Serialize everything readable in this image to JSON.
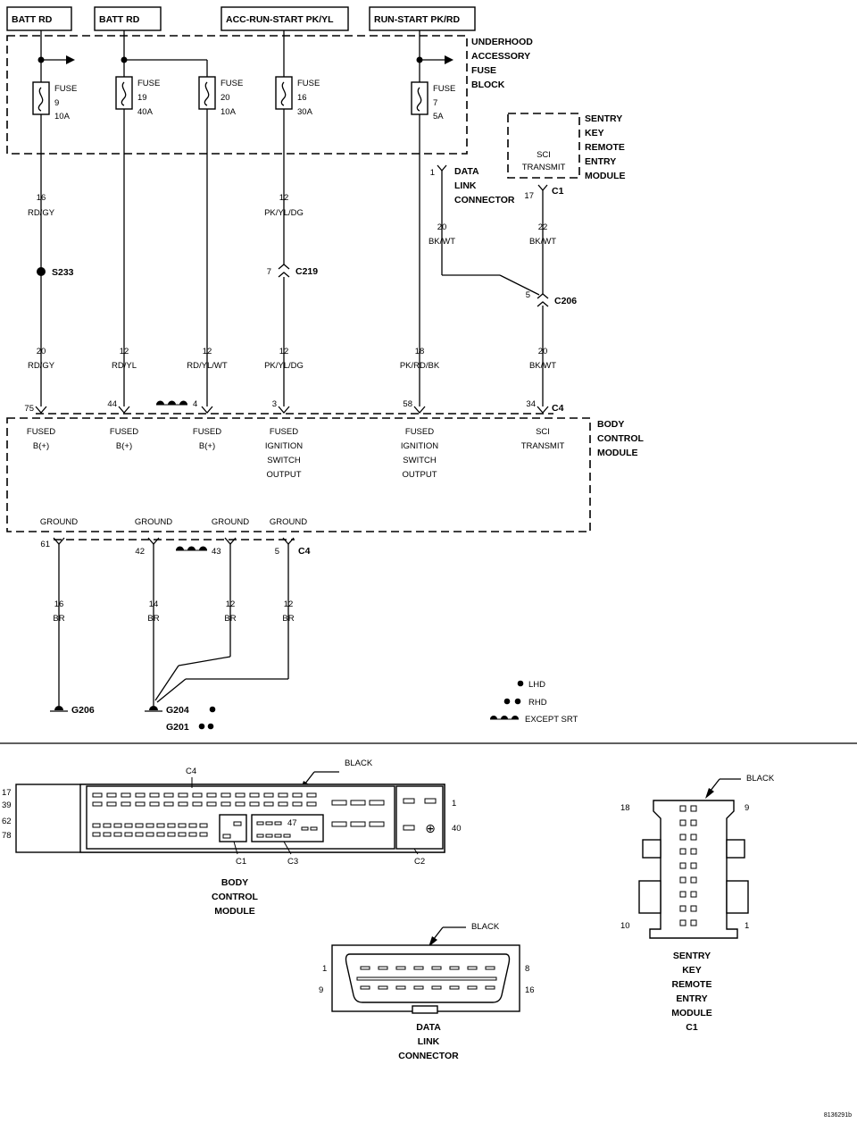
{
  "sources": [
    "BATT RD",
    "BATT RD",
    "ACC-RUN-START PK/YL",
    "RUN-START PK/RD"
  ],
  "fuse_block": {
    "label": [
      "UNDERHOOD",
      "ACCESSORY",
      "FUSE",
      "BLOCK"
    ]
  },
  "fuses": [
    {
      "word": "FUSE",
      "num": "9",
      "amp": "10A"
    },
    {
      "word": "FUSE",
      "num": "19",
      "amp": "40A"
    },
    {
      "word": "FUSE",
      "num": "20",
      "amp": "10A"
    },
    {
      "word": "FUSE",
      "num": "16",
      "amp": "30A"
    },
    {
      "word": "FUSE",
      "num": "7",
      "amp": "5A"
    }
  ],
  "sentry": {
    "label": [
      "SENTRY",
      "KEY",
      "REMOTE",
      "ENTRY",
      "MODULE"
    ],
    "pin_text": [
      "SCI",
      "TRANSMIT"
    ],
    "pin": "17",
    "conn": "C1"
  },
  "dlc": {
    "label": [
      "DATA",
      "LINK",
      "CONNECTOR"
    ],
    "pin": "1"
  },
  "upper_wires": [
    {
      "gauge": "16",
      "color": "RD/GY"
    },
    {
      "gauge": "12",
      "color": "PK/YL/DG"
    },
    {
      "gauge": "20",
      "color": "BK/WT"
    },
    {
      "gauge": "22",
      "color": "BK/WT"
    }
  ],
  "splice": "S233",
  "c219": {
    "pin": "7",
    "name": "C219"
  },
  "c206": {
    "pin": "5",
    "name": "C206"
  },
  "lower_wires": [
    {
      "gauge": "20",
      "color": "RD/GY"
    },
    {
      "gauge": "12",
      "color": "RD/YL"
    },
    {
      "gauge": "12",
      "color": "RD/YL/WT"
    },
    {
      "gauge": "12",
      "color": "PK/YL/DG"
    },
    {
      "gauge": "18",
      "color": "PK/RD/BK"
    },
    {
      "gauge": "20",
      "color": "BK/WT"
    }
  ],
  "bcm_pins_top": [
    "75",
    "44",
    "4",
    "3",
    "58",
    "34"
  ],
  "bcm_conn": "C4",
  "bcm_label": [
    "BODY",
    "CONTROL",
    "MODULE"
  ],
  "bcm_functions": [
    [
      "FUSED",
      "B(+)"
    ],
    [
      "FUSED",
      "B(+)"
    ],
    [
      "FUSED",
      "B(+)"
    ],
    [
      "FUSED",
      "IGNITION",
      "SWITCH",
      "OUTPUT"
    ],
    [
      "FUSED",
      "IGNITION",
      "SWITCH",
      "OUTPUT"
    ],
    [
      "SCI",
      "TRANSMIT"
    ]
  ],
  "grounds_text": [
    "GROUND",
    "GROUND",
    "GROUND",
    "GROUND"
  ],
  "bcm_pins_bottom": [
    "61",
    "42",
    "43",
    "5"
  ],
  "ground_wires": [
    {
      "gauge": "16",
      "color": "BR"
    },
    {
      "gauge": "14",
      "color": "BR"
    },
    {
      "gauge": "12",
      "color": "BR"
    },
    {
      "gauge": "12",
      "color": "BR"
    }
  ],
  "ground_points": [
    "G206",
    "G204",
    "G201"
  ],
  "legend": [
    "LHD",
    "RHD",
    "EXCEPT SRT"
  ],
  "bcm_connector_view": {
    "color": "BLACK",
    "left_pins": [
      "17",
      "39",
      "62",
      "78"
    ],
    "right_pins": [
      "1",
      "40"
    ],
    "inner_pin": "47",
    "connectors": [
      "C4",
      "C1",
      "C3",
      "C2"
    ],
    "title": [
      "BODY",
      "CONTROL",
      "MODULE"
    ]
  },
  "dlc_view": {
    "color": "BLACK",
    "pins": [
      "1",
      "8",
      "9",
      "16"
    ],
    "title": [
      "DATA",
      "LINK",
      "CONNECTOR"
    ]
  },
  "sentry_view": {
    "color": "BLACK",
    "pins": [
      "18",
      "9",
      "10",
      "1"
    ],
    "title": [
      "SENTRY",
      "KEY",
      "REMOTE",
      "ENTRY",
      "MODULE",
      "C1"
    ]
  },
  "figure_id": "8136291b"
}
